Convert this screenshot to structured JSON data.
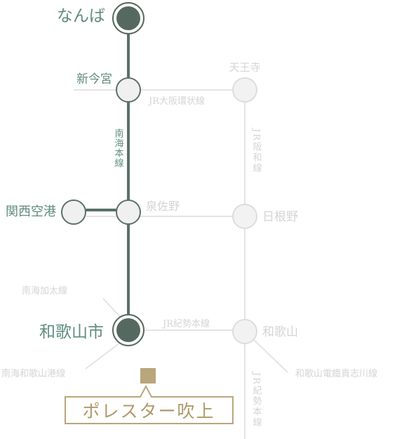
{
  "stations": {
    "namba": "なんば",
    "shin_imamiya": "新今宮",
    "tennoji": "天王寺",
    "kansai_airport": "関西空港",
    "izumisano": "泉佐野",
    "hineno": "日根野",
    "wakayamashi": "和歌山市",
    "wakayama": "和歌山"
  },
  "lines": {
    "nankai_main": "南海本線",
    "jr_osaka_loop": "JR大阪環状線",
    "jr_hanwa": "JR阪和線",
    "nankai_kada": "南海加太線",
    "jr_kisei_upper": "JR紀勢本線",
    "nankai_wakayamako": "南海和歌山港線",
    "wakayama_electric_kishigawa": "和歌山電鐵貴志川線",
    "jr_kisei_lower": "JR紀勢本線"
  },
  "destination": {
    "label": "ポレスター吹上"
  },
  "colors": {
    "main_line": "#5b7169",
    "main_text": "#5f8c80",
    "faint_line": "#e4e4e4",
    "faint_text": "#d4d4d4",
    "terminal_fill": "#566961",
    "station_fill": "#f0f0f0",
    "destination_accent": "#b9a67c"
  }
}
